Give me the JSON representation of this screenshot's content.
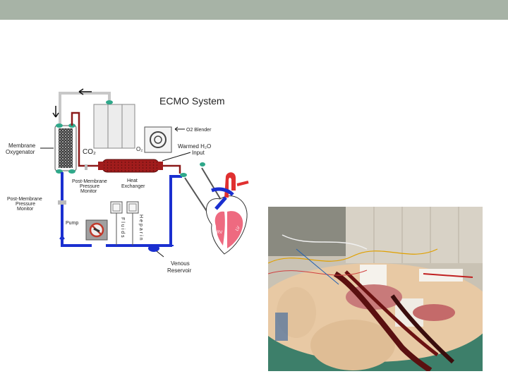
{
  "slide": {
    "header_color": "#a7b3a6"
  },
  "diagram": {
    "title": "ECMO System",
    "labels": {
      "membrane_oxygenator_1": "Membrane",
      "membrane_oxygenator_2": "Oxygenator",
      "co2": "CO₂",
      "o2": "O₂",
      "o2_blender": "O2 Blender",
      "warmed_h2o": "Warmed H₂O",
      "input": "Input",
      "post_membrane_monitor_top_1": "Post-Membrane",
      "post_membrane_monitor_top_2": "Pressure",
      "post_membrane_monitor_top_3": "Monitor",
      "heat_exchanger_1": "Heat",
      "heat_exchanger_2": "Exchanger",
      "post_membrane_monitor_left_1": "Post-Membrane",
      "post_membrane_monitor_left_2": "Pressure",
      "post_membrane_monitor_left_3": "Monitor",
      "pump": "Pump",
      "fluids": "Fluids",
      "heparin": "Heparin",
      "venous_reservoir_1": "Venous",
      "venous_reservoir_2": "Reservoir",
      "rv": "RV",
      "lv": "LV"
    },
    "colors": {
      "venous": "#1a2fd0",
      "arterial": "#8b1a1a",
      "heat_exchanger": "#a11c1c",
      "connector": "#2fa88a",
      "tube_gray": "#c8c8c8",
      "heart_red": "#e03030",
      "heart_pink": "#ee6a80"
    }
  },
  "photo": {
    "description_icon": "patient-photo-icon"
  }
}
